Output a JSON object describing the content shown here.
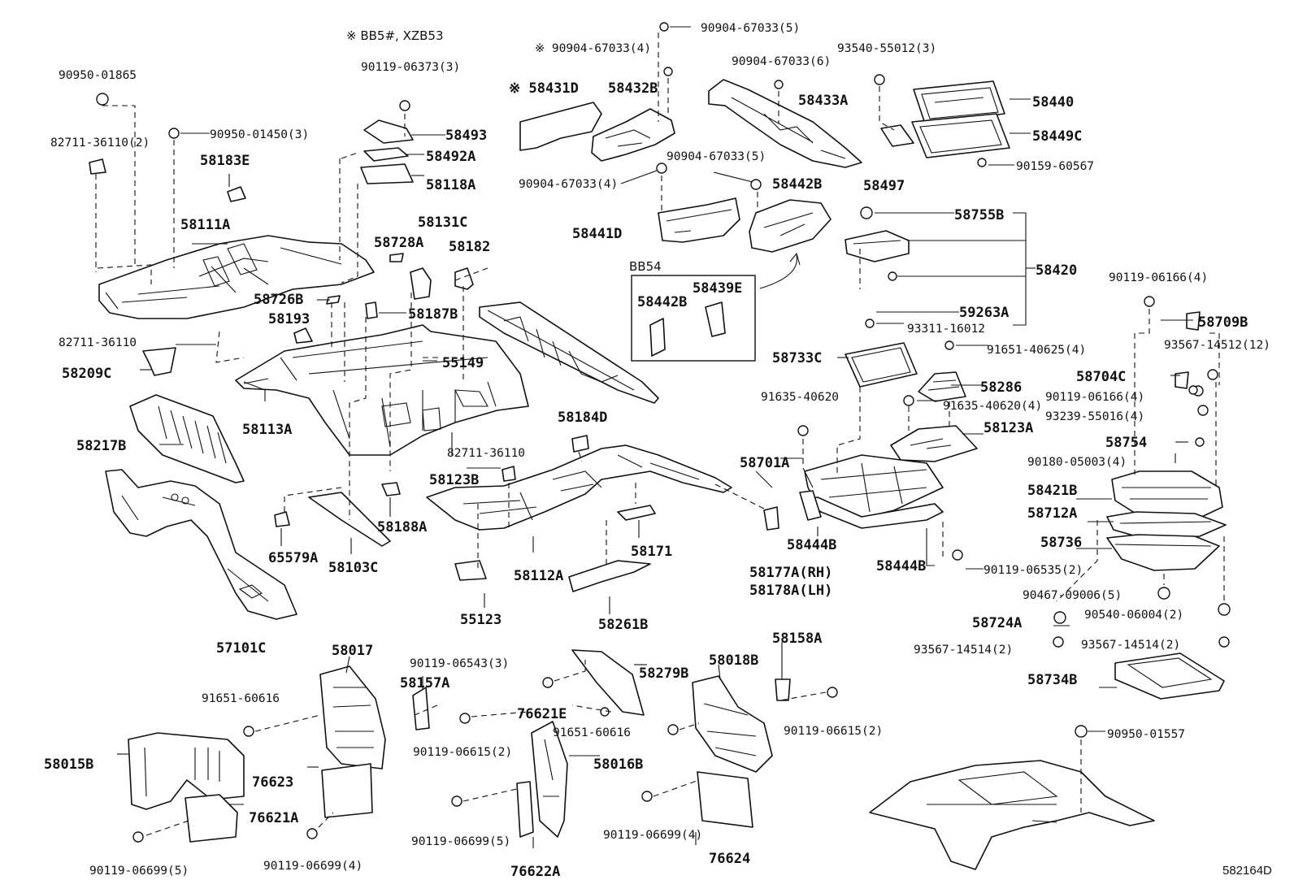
{
  "diagram": {
    "drawing_code": "582164D",
    "notes": {
      "applicability": "※ BB5#, XZB53",
      "variant": "BB54"
    },
    "labels": {
      "p90950_01865": "90950-01865",
      "p82711_36110_2": "82711-36110(2)",
      "p90950_01450_3": "90950-01450(3)",
      "p58183E": "58183E",
      "p58111A": "58111A",
      "p90119_06373_3": "90119-06373(3)",
      "p58493": "58493",
      "p58492A": "58492A",
      "p58118A": "58118A",
      "p58131C": "58131C",
      "p58728A": "58728A",
      "p58182": "58182",
      "p58726B": "58726B",
      "p58193": "58193",
      "p58187B": "58187B",
      "p82711_36110": "82711-36110",
      "p58209C": "58209C",
      "p55149": "55149",
      "p58113A": "58113A",
      "p58217B": "58217B",
      "p58123B": "58123B",
      "p58184D": "58184D",
      "p82711_36110_b": "82711-36110",
      "p58188A": "58188A",
      "p65579A": "65579A",
      "p58103C": "58103C",
      "p57101C": "57101C",
      "p58112A": "58112A",
      "p55123": "55123",
      "p58171": "58171",
      "p58261B": "58261B",
      "p58177A": "58177A(RH)",
      "p58178A": "58178A(LH)",
      "p90904_67033_5_top": "90904-67033(5)",
      "p90904_67033_4_note": "※ 90904-67033(4)",
      "p58431D": "※ 58431D",
      "p58432B": "58432B",
      "p90904_67033_6": "90904-67033(6)",
      "p58433A": "58433A",
      "p90904_67033_5": "90904-67033(5)",
      "p90904_67033_4": "90904-67033(4)",
      "p58442B": "58442B",
      "p58441D": "58441D",
      "p58442B_b": "58442B",
      "p58439E": "58439E",
      "p93540_55012_3": "93540-55012(3)",
      "p58497": "58497",
      "p58440": "58440",
      "p58449C": "58449C",
      "p90159_60567": "90159-60567",
      "p58755B": "58755B",
      "p58420": "58420",
      "p59263A": "59263A",
      "p93311_16012": "93311-16012",
      "p58733C": "58733C",
      "p91651_40625_4": "91651-40625(4)",
      "p58286": "58286",
      "p91635_40620": "91635-40620",
      "p91635_40620_4": "91635-40620(4)",
      "p58123A": "58123A",
      "p58701A": "58701A",
      "p58444B": "58444B",
      "p58444B_b": "58444B",
      "p90119_06166_4": "90119-06166(4)",
      "p58709B": "58709B",
      "p93567_14512_12": "93567-14512(12)",
      "p58704C": "58704C",
      "p90119_06166_4_b": "90119-06166(4)",
      "p93239_55016_4": "93239-55016(4)",
      "p58754": "58754",
      "p90180_05003_4": "90180-05003(4)",
      "p58421B": "58421B",
      "p58712A": "58712A",
      "p58736": "58736",
      "p90119_06535_2": "90119-06535(2)",
      "p90467_09006_5": "90467-09006(5)",
      "p58724A": "58724A",
      "p90540_06004_2": "90540-06004(2)",
      "p93567_14514_2_a": "93567-14514(2)",
      "p93567_14514_2_b": "93567-14514(2)",
      "p58734B": "58734B",
      "p90950_01557": "90950-01557",
      "p58017": "58017",
      "p91651_60616": "91651-60616",
      "p58015B": "58015B",
      "p76623": "76623",
      "p76621A": "76621A",
      "p90119_06699_5": "90119-06699(5)",
      "p90119_06699_4": "90119-06699(4)",
      "p58157A": "58157A",
      "p90119_06543_3": "90119-06543(3)",
      "p90119_06615_2": "90119-06615(2)",
      "p58279B": "58279B",
      "p76621E": "76621E",
      "p91651_60616_b": "91651-60616",
      "p58016B": "58016B",
      "p90119_06699_5_b": "90119-06699(5)",
      "p76622A": "76622A",
      "p58018B": "58018B",
      "p58158A": "58158A",
      "p90119_06615_2_b": "90119-06615(2)",
      "p90119_06699_4_b": "90119-06699(4)",
      "p76624": "76624"
    }
  }
}
